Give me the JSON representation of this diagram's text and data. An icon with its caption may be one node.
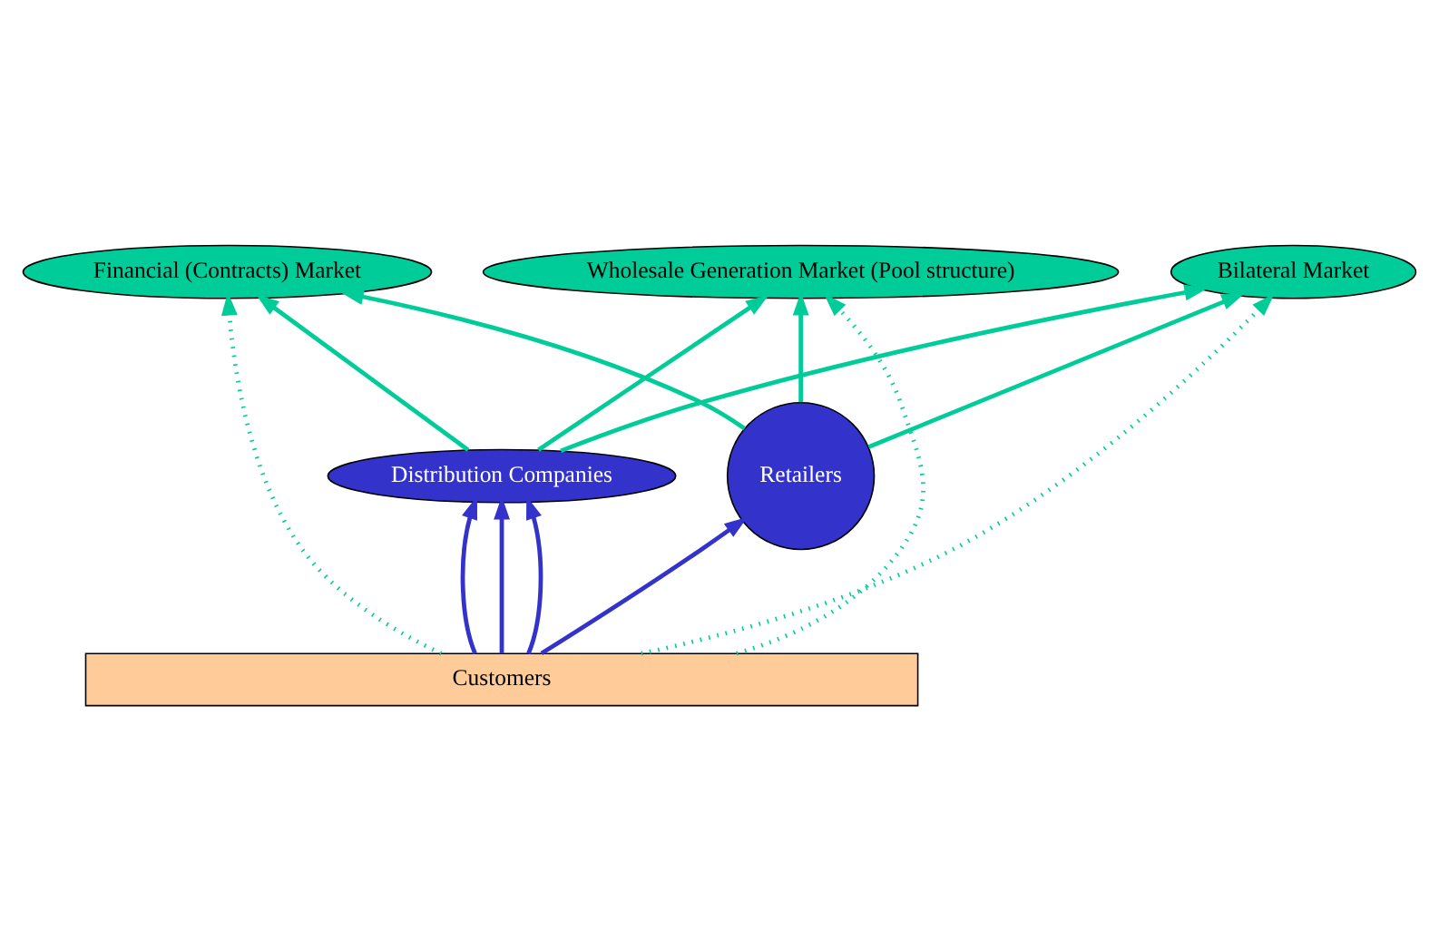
{
  "diagram": {
    "nodes": [
      {
        "text": [
          "Wholesale Generation Market (Pool structure)"
        ]
      },
      {
        "text": [
          "Bilateral Market"
        ]
      },
      {
        "text": [
          "Financial (Contracts) Market"
        ]
      },
      {
        "text": [
          "Distribution Companies"
        ]
      },
      {
        "text": [
          "Retailers"
        ]
      },
      {
        "text": [
          "Customers"
        ]
      }
    ],
    "edges": [
      {
        "from": 3,
        "to": 0,
        "arrow": "to"
      },
      {
        "from": 3,
        "to": 1,
        "arrow": "to"
      },
      {
        "from": 3,
        "to": 2,
        "arrow": "to"
      },
      {
        "from": 4,
        "to": 0,
        "arrow": "to"
      },
      {
        "from": 4,
        "to": 1,
        "arrow": "to"
      },
      {
        "from": 4,
        "to": 2,
        "arrow": "to"
      },
      {
        "from": 5,
        "to": 3,
        "arrow": "to",
        "color": "#3333cc"
      },
      {
        "from": 5,
        "to": 3,
        "arrow": "to",
        "color": "#3333cc"
      },
      {
        "from": 5,
        "to": 3,
        "arrow": "to",
        "color": "#3333cc"
      },
      {
        "from": 5,
        "to": 4,
        "arrow": "to",
        "color": "#3333cc"
      },
      {
        "from": 5,
        "to": 0,
        "arrow": "to",
        "style": "dashed"
      },
      {
        "from": 5,
        "to": 1,
        "arrow": "to",
        "style": "dashed"
      },
      {
        "from": 5,
        "to": 2,
        "arrow": "to",
        "style": "dashed"
      }
    ]
  }
}
